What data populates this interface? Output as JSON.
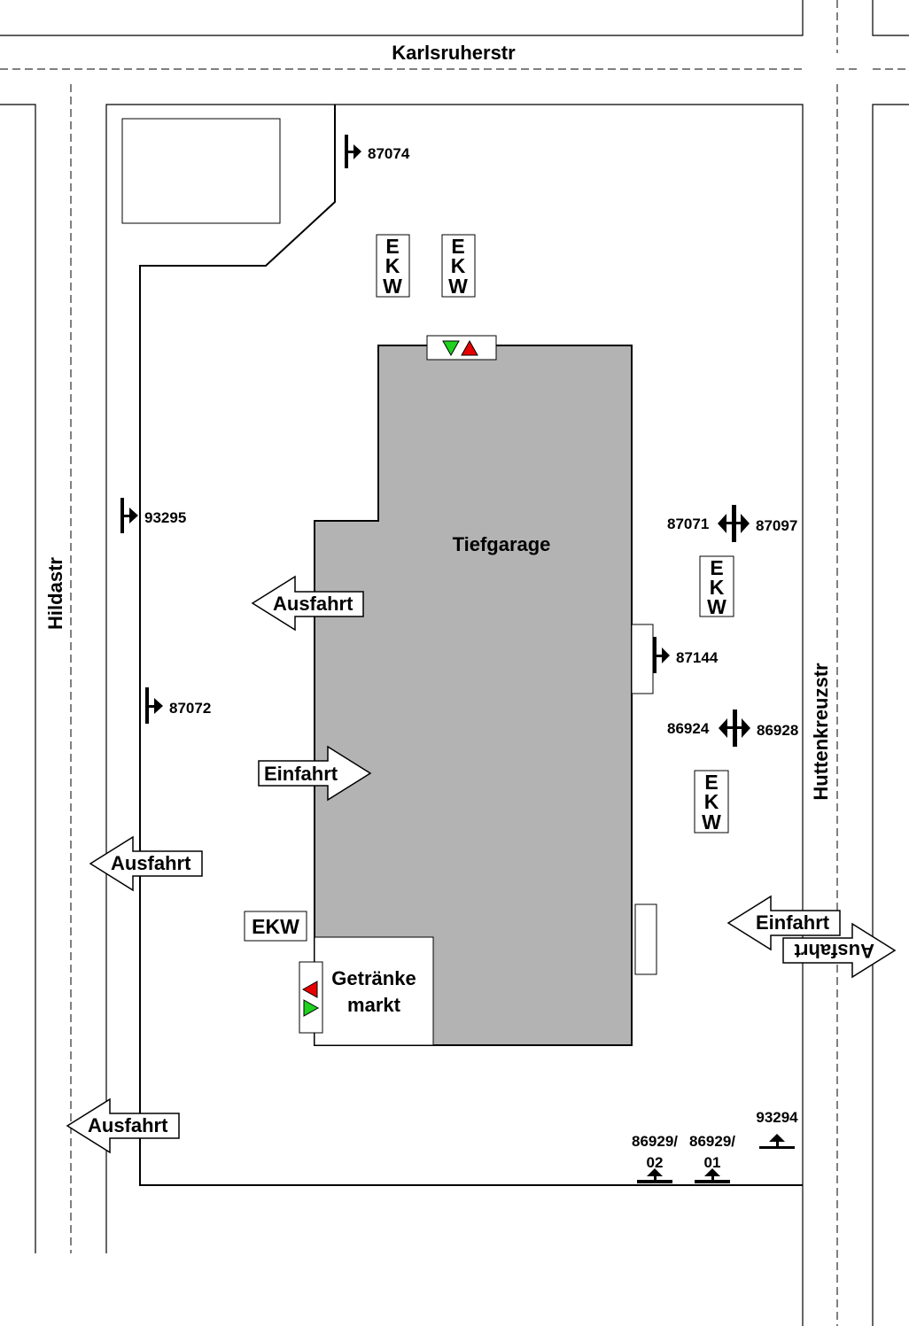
{
  "streets": {
    "north": "Karlsruherstr",
    "west": "Hildastr",
    "east": "Huttenkreuzstr"
  },
  "building": {
    "label": "Tiefgarage",
    "fill": "#b3b3b3"
  },
  "shop": {
    "line1": "Getränke",
    "line2": "markt"
  },
  "ekw": {
    "vertical": [
      "E",
      "K",
      "W"
    ],
    "horizontal": "EKW"
  },
  "arrows": {
    "ausfahrt_building": "Ausfahrt",
    "einfahrt_building": "Einfahrt",
    "ausfahrt_west_1": "Ausfahrt",
    "ausfahrt_west_2": "Ausfahrt",
    "einfahrt_east": "Einfahrt",
    "ausfahrt_east": "Ausfahrt"
  },
  "signs": {
    "s87074": "87074",
    "s93295": "93295",
    "s87072": "87072",
    "s87071": "87071",
    "s87097": "87097",
    "s87144": "87144",
    "s86924": "86924",
    "s86928": "86928",
    "s93294": "93294",
    "s86929_02_a": "86929/",
    "s86929_02_b": "02",
    "s86929_01_a": "86929/",
    "s86929_01_b": "01"
  },
  "colors": {
    "red": "#e60000",
    "green": "#1ed21e"
  }
}
